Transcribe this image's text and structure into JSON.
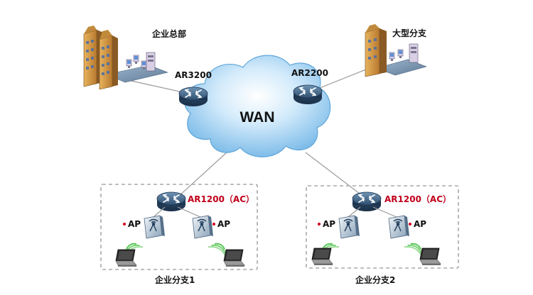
{
  "title": "",
  "sites": {
    "headquarters": "企业总部",
    "large_branch": "大型分支",
    "branch1": "企业分支1",
    "branch2": "企业分支2"
  },
  "routers": {
    "hq_router": "AR3200",
    "large_branch_router": "AR2200",
    "branch1_router": "AR1200（AC）",
    "branch2_router": "AR1200（AC）"
  },
  "network": {
    "wan": "WAN"
  },
  "access_points": {
    "b1_ap_left": "AP",
    "b1_ap_right": "AP",
    "b2_ap_left": "AP",
    "b2_ap_right": "AP"
  },
  "colors": {
    "router_label": "#c0001a",
    "router_body": "#3d5f7f",
    "cloud": "#8ec6ee",
    "wifi": "#5cc85a",
    "ap_dot": "#d0001a"
  }
}
